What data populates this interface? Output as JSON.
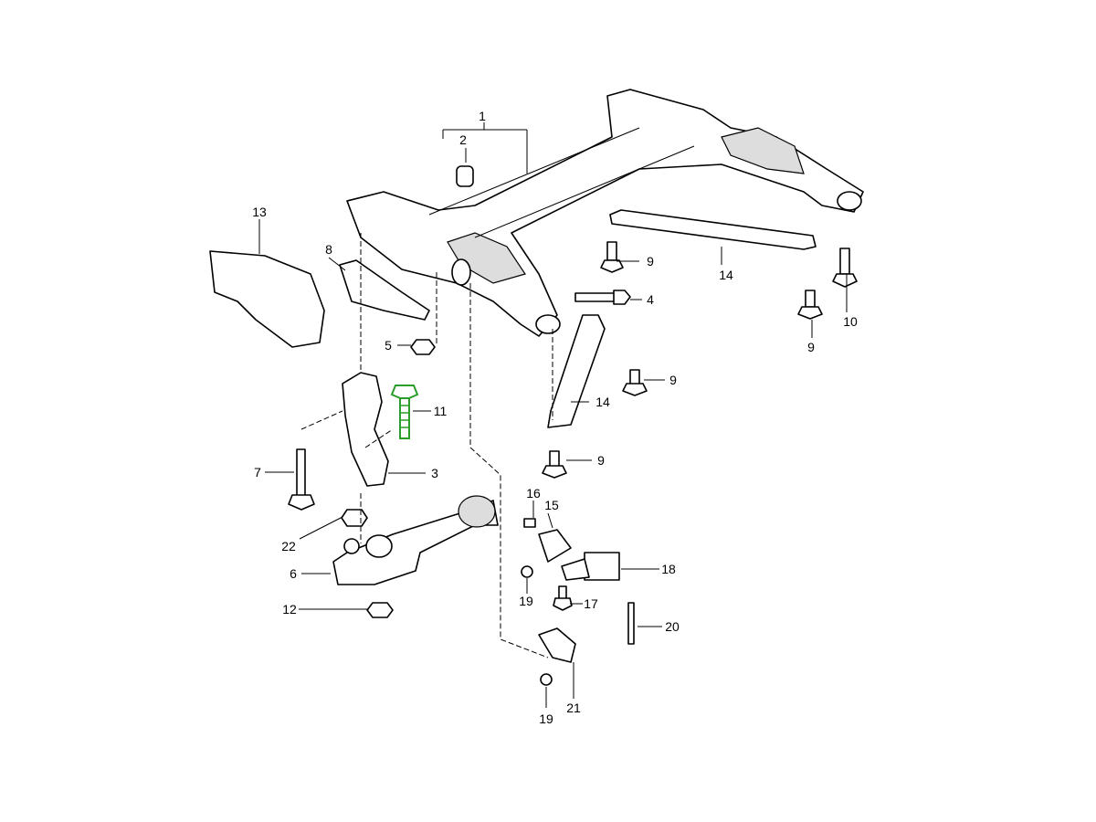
{
  "diagram": {
    "title": "Front axle crossmember and control arm assembly",
    "highlight_color": "#2a9d2a",
    "callouts": [
      "1",
      "2",
      "13",
      "8",
      "9",
      "14",
      "4",
      "10",
      "9",
      "5",
      "9",
      "11",
      "14",
      "9",
      "7",
      "3",
      "16",
      "15",
      "22",
      "18",
      "6",
      "19",
      "17",
      "12",
      "20",
      "21",
      "19"
    ],
    "highlighted_part": "11"
  }
}
